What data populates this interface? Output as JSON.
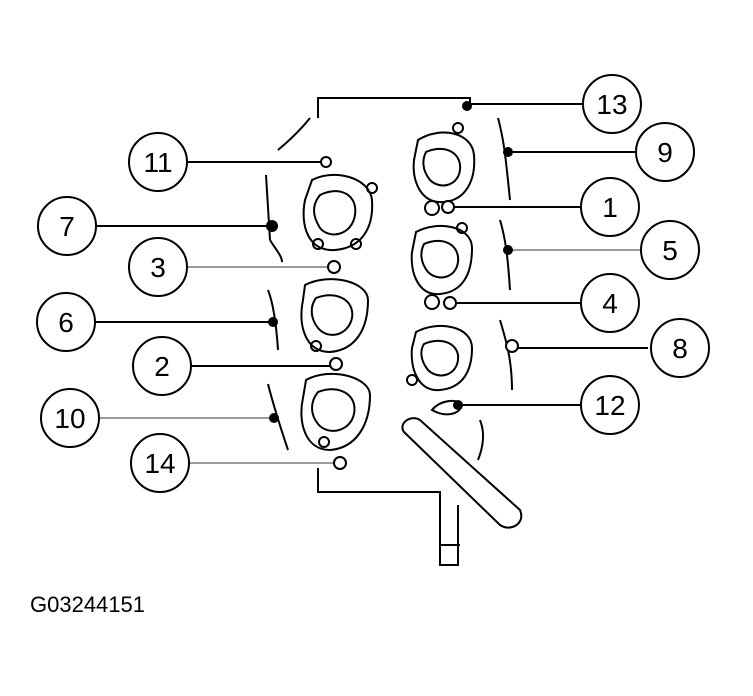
{
  "figure_id": "G03244151",
  "callouts": [
    {
      "id": "c13",
      "label": "13"
    },
    {
      "id": "c11",
      "label": "11"
    },
    {
      "id": "c9",
      "label": "9"
    },
    {
      "id": "c1",
      "label": "1"
    },
    {
      "id": "c7",
      "label": "7"
    },
    {
      "id": "c5",
      "label": "5"
    },
    {
      "id": "c3",
      "label": "3"
    },
    {
      "id": "c4",
      "label": "4"
    },
    {
      "id": "c6",
      "label": "6"
    },
    {
      "id": "c8",
      "label": "8"
    },
    {
      "id": "c2",
      "label": "2"
    },
    {
      "id": "c12",
      "label": "12"
    },
    {
      "id": "c10",
      "label": "10"
    },
    {
      "id": "c14",
      "label": "14"
    }
  ]
}
